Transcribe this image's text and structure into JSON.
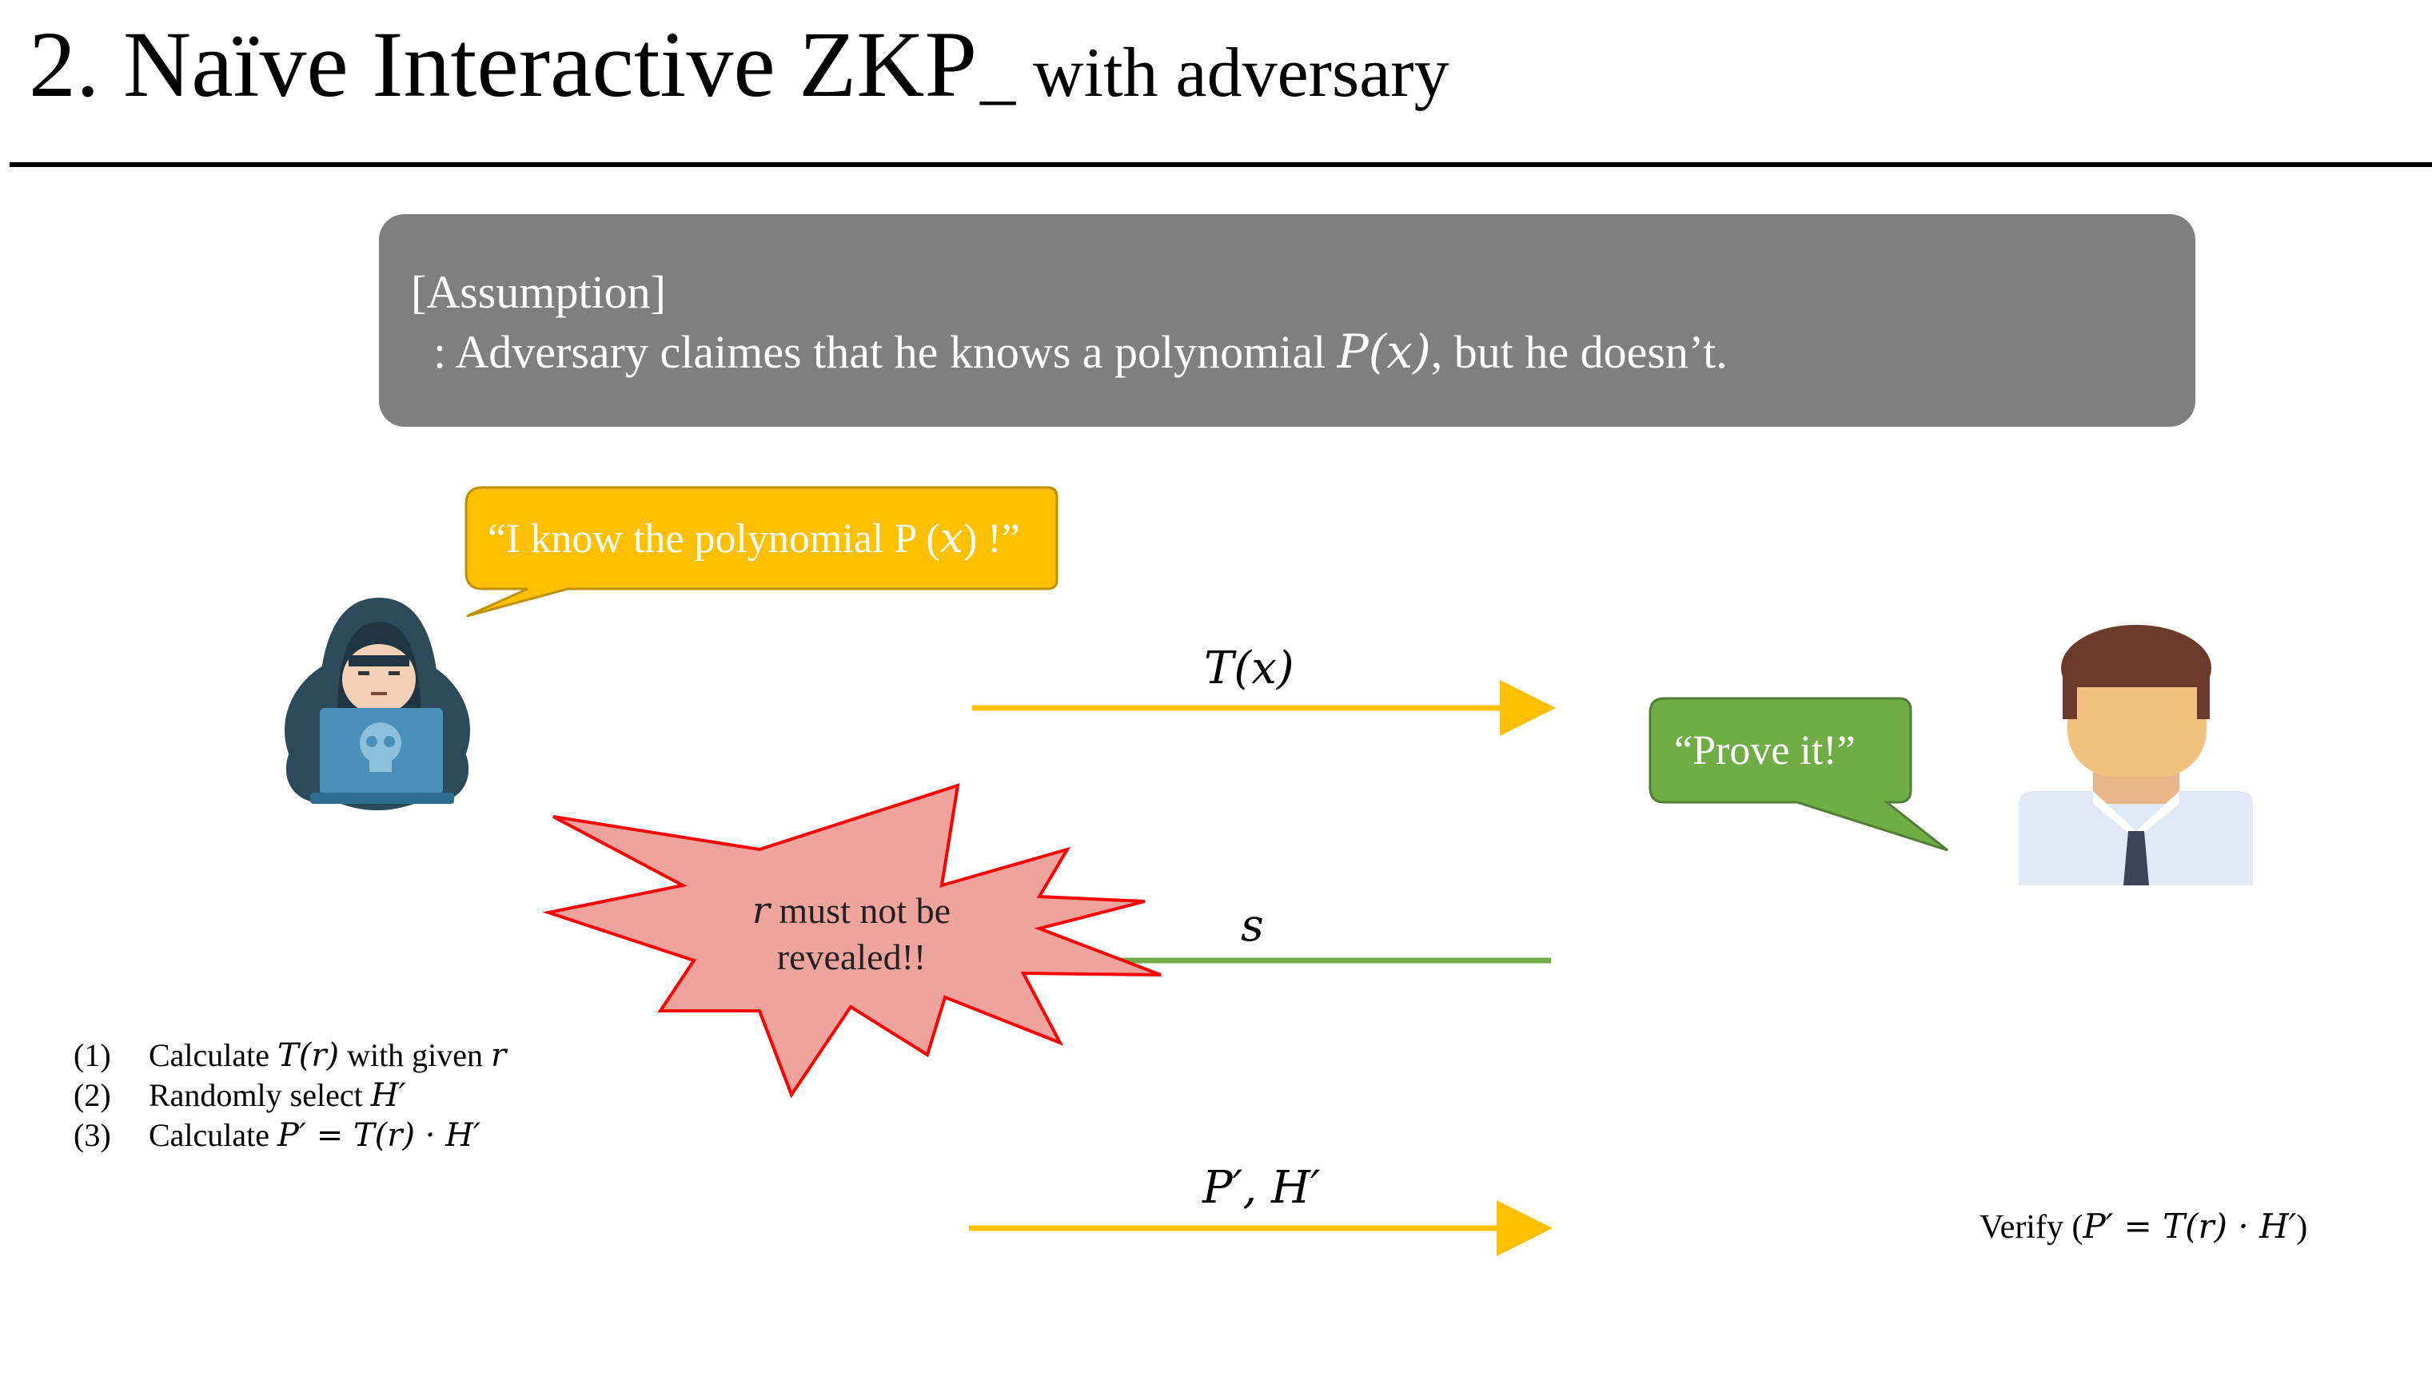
{
  "slide": {
    "title_main": "2. Naïve Interactive ZKP",
    "title_sub": "_ with adversary"
  },
  "assumption": {
    "heading": "[Assumption]",
    "text_before": ": Adversary claimes that he knows a polynomial ",
    "math": "P(x)",
    "text_after": ", but he doesn’t."
  },
  "adversary": {
    "icon": "hacker-icon",
    "speech_before": "“I know the polynomial P (",
    "speech_math": "x",
    "speech_after": ") !”",
    "bubble_color": "#ffc000"
  },
  "verifier": {
    "icon": "businessman-icon",
    "speech": "“Prove it!”",
    "bubble_color": "#70ad47"
  },
  "warning": {
    "var": "r",
    "line1_rest": " must not be",
    "line2": "revealed!!",
    "fill": "#eea49c",
    "stroke": "#ff0000"
  },
  "messages": [
    {
      "label": "T(x)",
      "direction": "right",
      "color": "#ffc000"
    },
    {
      "label": "s",
      "direction": "left",
      "color": "#70ad47"
    },
    {
      "label": "P′, H′",
      "direction": "right",
      "color": "#ffc000"
    }
  ],
  "steps": [
    {
      "num": "(1)",
      "text_before": "Calculate ",
      "math": "T(r)",
      "text_mid": " with given ",
      "math2": "r"
    },
    {
      "num": "(2)",
      "text_before": "Randomly select ",
      "math": "H′",
      "text_mid": "",
      "math2": ""
    },
    {
      "num": "(3)",
      "text_before": "Calculate ",
      "math": "P′ = T(r) · H′",
      "text_mid": "",
      "math2": ""
    }
  ],
  "verify": {
    "text": "Verify (",
    "math": "P′ = T(r) · H′",
    "close": ")"
  }
}
